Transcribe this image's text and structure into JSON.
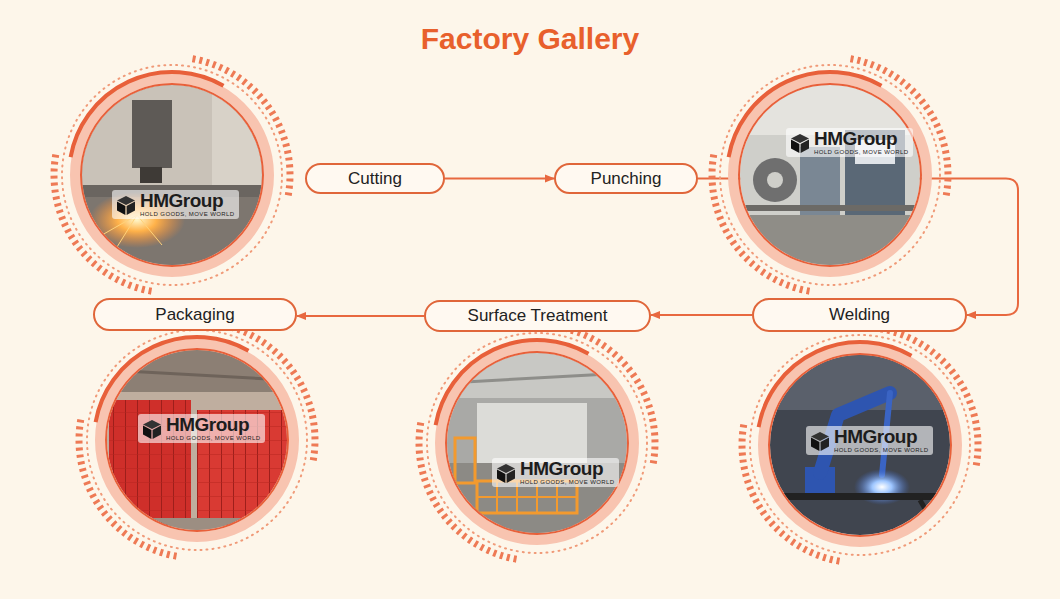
{
  "diagram": {
    "title": "Factory Gallery",
    "nodes": [
      {
        "text": [
          "Cutting"
        ]
      },
      {
        "text": [
          "Punching"
        ]
      },
      {
        "text": [
          "Welding"
        ]
      },
      {
        "text": [
          "Surface Treatment"
        ]
      },
      {
        "text": [
          "Packaging"
        ]
      }
    ],
    "edges": [
      {
        "from": 0,
        "to": 1,
        "arrow": "to"
      },
      {
        "from": 1,
        "to": 2,
        "arrow": "to"
      },
      {
        "from": 2,
        "to": 3,
        "arrow": "to"
      },
      {
        "from": 3,
        "to": 4,
        "arrow": "to"
      }
    ],
    "labels": [
      "HMGroup",
      "HOLD GOODS, MOVE WORLD",
      "HMGroup",
      "HOLD GOODS, MOVE WORLD",
      "HMGroup",
      "HOLD GOODS, MOVE WORLD",
      "HMGroup",
      "HOLD GOODS, MOVE WORLD",
      "HMGroup",
      "HOLD GOODS, MOVE WORLD"
    ]
  }
}
